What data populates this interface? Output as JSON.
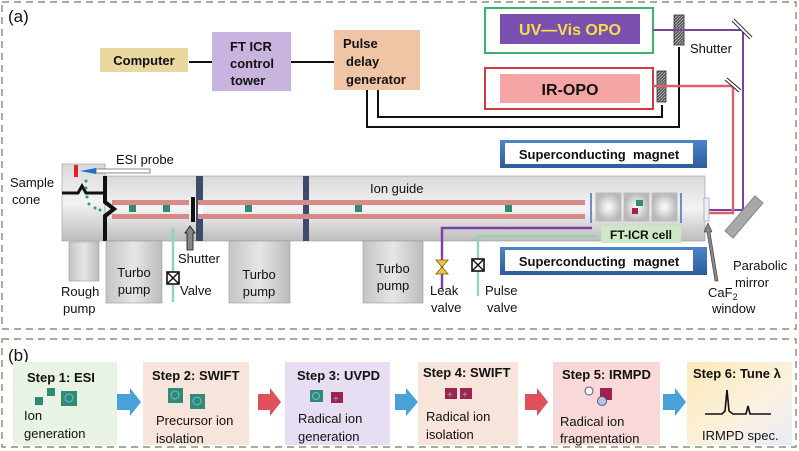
{
  "panel_a": {
    "label": "(a)",
    "control_chain": {
      "computer": "Computer",
      "tower": [
        "FT ICR",
        "control",
        "tower"
      ],
      "pulse": [
        "Pulse",
        "delay",
        "generator"
      ]
    },
    "lasers": {
      "uv": "UV—Vis OPO",
      "ir": "IR-OPO",
      "shutter": "Shutter"
    },
    "instrument": {
      "esi_probe": "ESI probe",
      "sample_cone": [
        "Sample",
        "cone"
      ],
      "rough_pump": [
        "Rough",
        "pump"
      ],
      "turbo_pump": [
        "Turbo",
        "pump"
      ],
      "shutter": "Shutter",
      "valve": "Valve",
      "ion_guide": "Ion guide",
      "magnet": "Superconducting  magnet",
      "ftic_cell": "FT-ICR cell",
      "leak_valve": [
        "Leak",
        "valve"
      ],
      "pulse_valve": [
        "Pulse",
        "valve"
      ],
      "caf2": [
        "CaF",
        "2",
        "window"
      ],
      "parabolic": [
        "Parabolic",
        "mirror"
      ]
    },
    "colors": {
      "uv_beam": "#7b3fa6",
      "ir_beam": "#e0606a",
      "gas_line": "#8fd4b0",
      "ion": "#2e8b74",
      "radical": "#a0224f"
    }
  },
  "panel_b": {
    "label": "(b)",
    "steps": [
      {
        "title": "Step 1: ESI",
        "desc": [
          "Ion",
          "generation"
        ]
      },
      {
        "title": "Step 2: SWIFT",
        "desc": [
          "Precursor ion",
          "isolation"
        ]
      },
      {
        "title": "Step 3: UVPD",
        "desc": [
          "Radical ion",
          "generation"
        ]
      },
      {
        "title": "Step 4: SWIFT",
        "desc": [
          "Radical ion",
          "isolation"
        ]
      },
      {
        "title": "Step 5: IRMPD",
        "desc": [
          "Radical ion",
          "fragmentation"
        ]
      },
      {
        "title": "Step 6: Tune λ",
        "desc": [
          "IRMPD spec."
        ]
      }
    ]
  }
}
